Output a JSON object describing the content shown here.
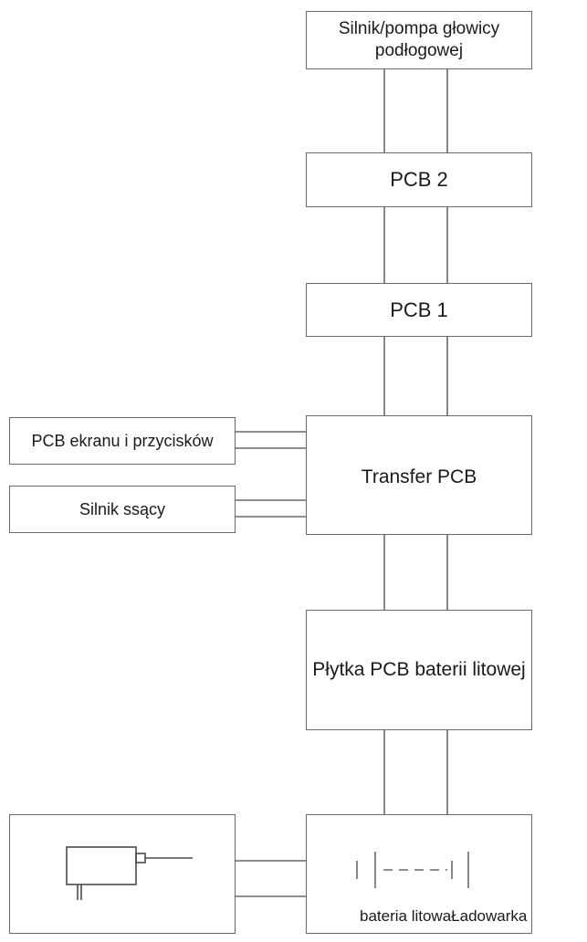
{
  "boxes": {
    "head_motor": "Silnik/pompa głowicy podłogowej",
    "pcb2": "PCB 2",
    "pcb1": "PCB 1",
    "screen_buttons": "PCB ekranu i przycisków",
    "transfer": "Transfer PCB",
    "suction_motor": "Silnik ssący",
    "lithium_pcb": "Płytka PCB baterii litowej",
    "battery_caption": "bateria litowaŁadowarka"
  },
  "icons": {
    "charger": "charger-plug-icon",
    "battery": "battery-symbol-icon"
  },
  "colors": {
    "line": "#6b6b6b",
    "text": "#1a1a1a",
    "background": "#ffffff"
  }
}
